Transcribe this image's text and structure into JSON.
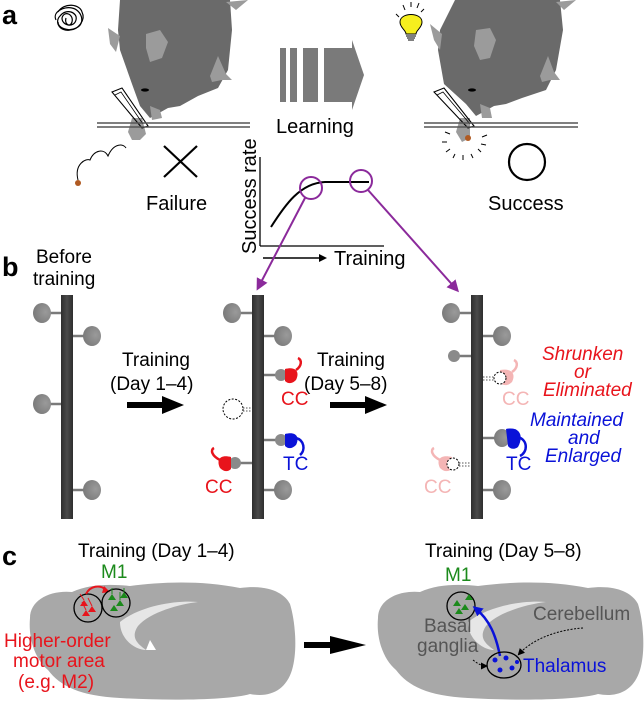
{
  "figure": {
    "panels": [
      {
        "id": "a",
        "label": "a"
      },
      {
        "id": "b",
        "label": "b"
      },
      {
        "id": "c",
        "label": "c"
      }
    ]
  },
  "panel_a": {
    "learning_arrow_label": "Learning",
    "failure_label": "Failure",
    "success_label": "Success",
    "failure_icon": "cross-mark",
    "success_icon": "circle-mark",
    "confused_icon": "scribble-thought",
    "idea_icon": "lightbulb",
    "inset_chart": {
      "ylabel": "Success rate",
      "xlabel": "Training",
      "highlight_color": "#8b2a9b"
    }
  },
  "panel_b": {
    "before_label_line1": "Before",
    "before_label_line2": "training",
    "step1_line1": "Training",
    "step1_line2": "(Day 1–4)",
    "step2_line1": "Training",
    "step2_line2": "(Day 5–8)",
    "cc": "CC",
    "tc": "TC",
    "shrunk_line1": "Shrunken",
    "shrunk_line2": "or",
    "shrunk_line3": "Eliminated",
    "maint_line1": "Maintained",
    "maint_line2": "and",
    "maint_line3": "Enlarged",
    "colors": {
      "cc": "#e8141c",
      "cc_faded": "#f4b5b5",
      "tc": "#0a12d8",
      "dendrite": "#3a3a3a",
      "spine": "#8a8a8a"
    }
  },
  "panel_c": {
    "left_title": "Training (Day 1–4)",
    "right_title": "Training (Day 5–8)",
    "m1": "M1",
    "hom_line1": "Higher-order",
    "hom_line2": "motor area",
    "hom_line3": "(e.g. M2)",
    "basal_line1": "Basal",
    "basal_line2": "ganglia",
    "cerebellum": "Cerebellum",
    "thalamus": "Thalamus",
    "colors": {
      "m1": "#1b8a1b",
      "hom": "#e8141c",
      "thalamus": "#0a12d8",
      "brain": "#a8a8a8"
    }
  }
}
